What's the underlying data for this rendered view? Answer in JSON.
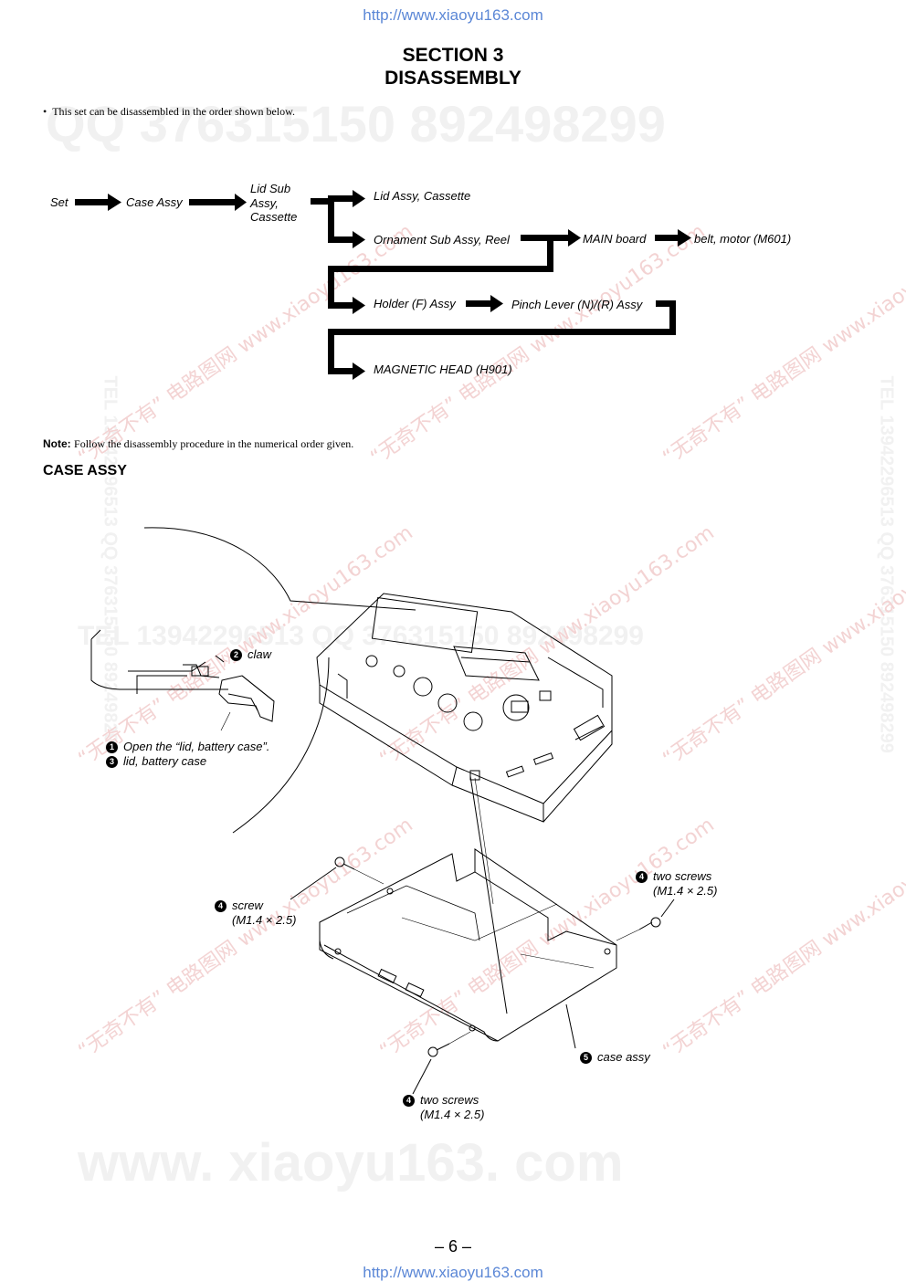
{
  "header_url": "http://www.xiaoyu163.com",
  "footer_url": "http://www.xiaoyu163.com",
  "section_title": "SECTION  3",
  "section_subtitle": "DISASSEMBLY",
  "intro_text": "This set can be disassembled in the order shown below.",
  "flow": {
    "set": "Set",
    "case_assy": "Case Assy",
    "lid_sub_assy": [
      "Lid Sub",
      "Assy,",
      "Cassette"
    ],
    "lid_assy_cassette": "Lid Assy, Cassette",
    "ornament_sub_assy_reel": "Ornament Sub Assy, Reel",
    "main_board": "MAIN board",
    "belt_motor": "belt, motor (M601)",
    "holder_f_assy": "Holder (F) Assy",
    "pinch_lever": "Pinch Lever (N)/(R) Assy",
    "magnetic_head": "MAGNETIC HEAD (H901)"
  },
  "note_label": "Note:",
  "note_text": "Follow the disassembly procedure in the numerical order given.",
  "subsection_title": "CASE  ASSY",
  "callouts": {
    "claw": {
      "num": "2",
      "text": "claw"
    },
    "open_lid": {
      "num": "1",
      "text": "Open the “lid, battery case”."
    },
    "lid_battery": {
      "num": "3",
      "text": "lid, battery case"
    },
    "screw_left": {
      "num": "4",
      "line1": "screw",
      "line2": "(M1.4 × 2.5)"
    },
    "screws_right": {
      "num": "4",
      "line1": "two screws",
      "line2": "(M1.4 × 2.5)"
    },
    "screws_bottom": {
      "num": "4",
      "line1": "two screws",
      "line2": "(M1.4 × 2.5)"
    },
    "case_assy": {
      "num": "5",
      "text": "case assy"
    }
  },
  "page_number": "– 6 –",
  "watermarks": {
    "qq_line": "QQ 376315150    892498299",
    "tel_line": "TEL 13942296513    QQ 376315150    892498299",
    "site_big": "www. xiaoyu163. com",
    "cn_site": "“无奇不有” 电路图网 www.xiaoyu163.com",
    "side": "TEL 13942296513  QQ 376315150  892498299"
  },
  "colors": {
    "url": "#5b87d6",
    "watermark": "#f1f1f1",
    "watermark_cn": "#f3d3d3"
  }
}
